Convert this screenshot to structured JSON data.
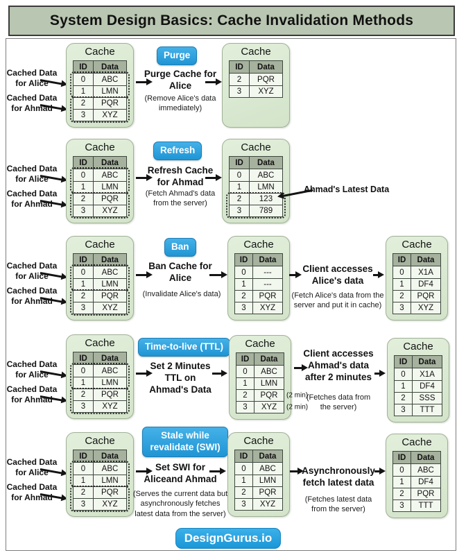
{
  "title": "System Design Basics: Cache Invalidation Methods",
  "cache_title": "Cache",
  "table_headers": {
    "id": "ID",
    "data": "Data"
  },
  "left_labels": {
    "alice": "Cached Data for Alice",
    "ahmad": "Cached Data for Ahmad"
  },
  "base_cache": {
    "rows": [
      {
        "id": "0",
        "data": "ABC"
      },
      {
        "id": "1",
        "data": "LMN"
      },
      {
        "id": "2",
        "data": "PQR"
      },
      {
        "id": "3",
        "data": "XYZ"
      }
    ]
  },
  "sections": [
    {
      "name": "Purge",
      "badge": "Purge",
      "action": "Purge Cache for Alice",
      "note": "(Remove Alice's data immediately)",
      "result_cache": {
        "rows": [
          {
            "id": "2",
            "data": "PQR"
          },
          {
            "id": "3",
            "data": "XYZ"
          }
        ]
      }
    },
    {
      "name": "Refresh",
      "badge": "Refresh",
      "action": "Refresh Cache for Ahmad",
      "note": "(Fetch Ahmad's data from the server)",
      "side_label": "Ahmad's Latest Data",
      "result_cache": {
        "rows": [
          {
            "id": "0",
            "data": "ABC"
          },
          {
            "id": "1",
            "data": "LMN"
          },
          {
            "id": "2",
            "data": "123"
          },
          {
            "id": "3",
            "data": "789"
          }
        ]
      }
    },
    {
      "name": "Ban",
      "badge": "Ban",
      "action": "Ban Cache for Alice",
      "note": "(Invalidate Alice's data)",
      "mid_cache": {
        "rows": [
          {
            "id": "0",
            "data": "---"
          },
          {
            "id": "1",
            "data": "---"
          },
          {
            "id": "2",
            "data": "PQR"
          },
          {
            "id": "3",
            "data": "XYZ"
          }
        ]
      },
      "action2": "Client accesses Alice's data",
      "note2": "(Fetch Alice's data from the server and put it in cache)",
      "result_cache": {
        "rows": [
          {
            "id": "0",
            "data": "X1A"
          },
          {
            "id": "1",
            "data": "DF4"
          },
          {
            "id": "2",
            "data": "PQR"
          },
          {
            "id": "3",
            "data": "XYZ"
          }
        ]
      }
    },
    {
      "name": "Time-to-live (TTL)",
      "badge": "Time-to-live (TTL)",
      "action": "Set 2 Minutes TTL on Ahmad's Data",
      "mid_cache": {
        "rows": [
          {
            "id": "0",
            "data": "ABC"
          },
          {
            "id": "1",
            "data": "LMN"
          },
          {
            "id": "2",
            "data": "PQR",
            "annotation": "(2 min)"
          },
          {
            "id": "3",
            "data": "XYZ",
            "annotation": "(2 min)"
          }
        ]
      },
      "action2": "Client accesses Ahmad's data after 2 minutes",
      "note2": "(Fetches data from the server)",
      "result_cache": {
        "rows": [
          {
            "id": "0",
            "data": "X1A"
          },
          {
            "id": "1",
            "data": "DF4"
          },
          {
            "id": "2",
            "data": "SSS"
          },
          {
            "id": "3",
            "data": "TTT"
          }
        ]
      }
    },
    {
      "name": "Stale while revalidate (SWI)",
      "badge": "Stale while revalidate (SWI)",
      "action": "Set SWI for Aliceand Ahmad",
      "note": "(Serves the current data but asynchronously fetches latest data from the server)",
      "mid_cache": {
        "rows": [
          {
            "id": "0",
            "data": "ABC"
          },
          {
            "id": "1",
            "data": "LMN"
          },
          {
            "id": "2",
            "data": "PQR"
          },
          {
            "id": "3",
            "data": "XYZ"
          }
        ]
      },
      "action2": "Asynchronously fetch latest data",
      "note2": "(Fetches latest data from the server)",
      "result_cache": {
        "rows": [
          {
            "id": "0",
            "data": "ABC"
          },
          {
            "id": "1",
            "data": "DF4"
          },
          {
            "id": "2",
            "data": "PQR"
          },
          {
            "id": "3",
            "data": "TTT"
          }
        ]
      }
    }
  ],
  "footer": {
    "brand": "DesignGurus.io"
  },
  "colors": {
    "badge_blue": "#2ba0dd",
    "panel_green": "#d9e8d1",
    "title_green": "#b9c6b1"
  }
}
